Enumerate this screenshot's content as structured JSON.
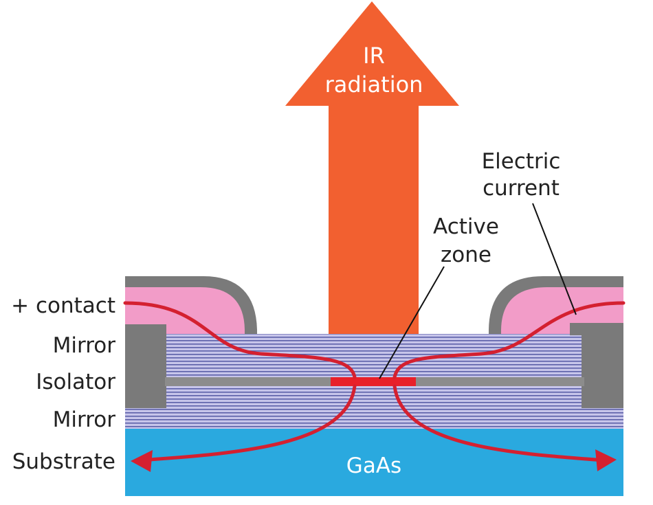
{
  "labels": {
    "ir_line1": "IR",
    "ir_line2": "radiation",
    "electric_line1": "Electric",
    "electric_line2": "current",
    "active_line1": "Active",
    "active_line2": "zone",
    "contact": "+ contact",
    "mirror_top": "Mirror",
    "isolator": "Isolator",
    "mirror_bottom": "Mirror",
    "substrate": "Substrate",
    "gaas": "GaAs"
  },
  "colors": {
    "ir_arrow": "#F26030",
    "current": "#D42030",
    "contact_metal": "#7A7A7A",
    "contact_pink": "#F29CC8",
    "mirror_base": "#C7C5EA",
    "mirror_line": "#5B5FA8",
    "isolator": "#8C8C8C",
    "active_zone": "#E8202A",
    "substrate": "#2AA9DF"
  }
}
